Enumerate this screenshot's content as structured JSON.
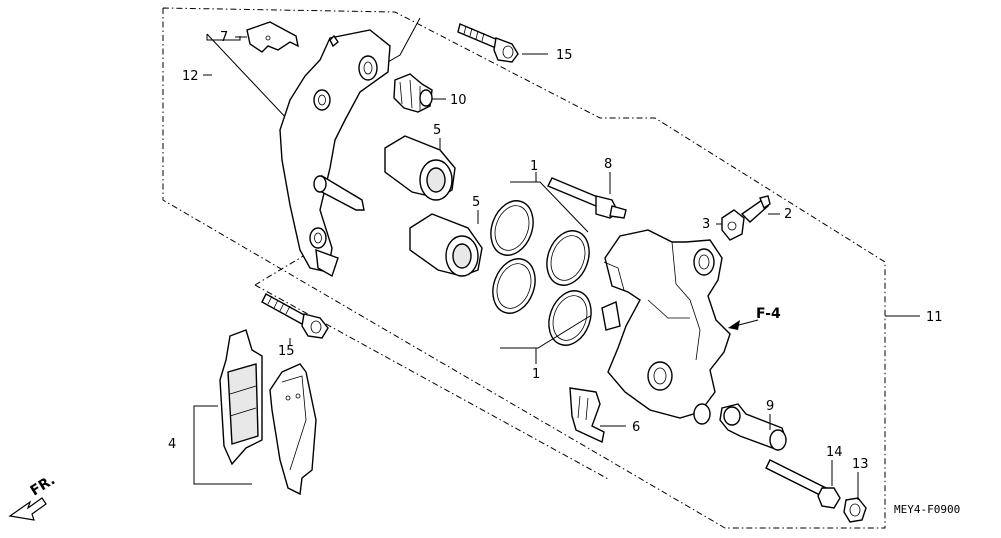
{
  "diagram": {
    "callouts": {
      "c1_top": "1",
      "c1_bottom": "1",
      "c2": "2",
      "c3": "3",
      "c4": "4",
      "c5_top": "5",
      "c5_mid": "5",
      "c6": "6",
      "c7": "7",
      "c8": "8",
      "c9": "9",
      "c10": "10",
      "c11": "11",
      "c12": "12",
      "c13": "13",
      "c14": "14",
      "c15_top": "15",
      "c15_left": "15"
    },
    "reference_label": "F-4",
    "direction_label": "FR.",
    "diagram_code": "MEY4-F0900"
  }
}
